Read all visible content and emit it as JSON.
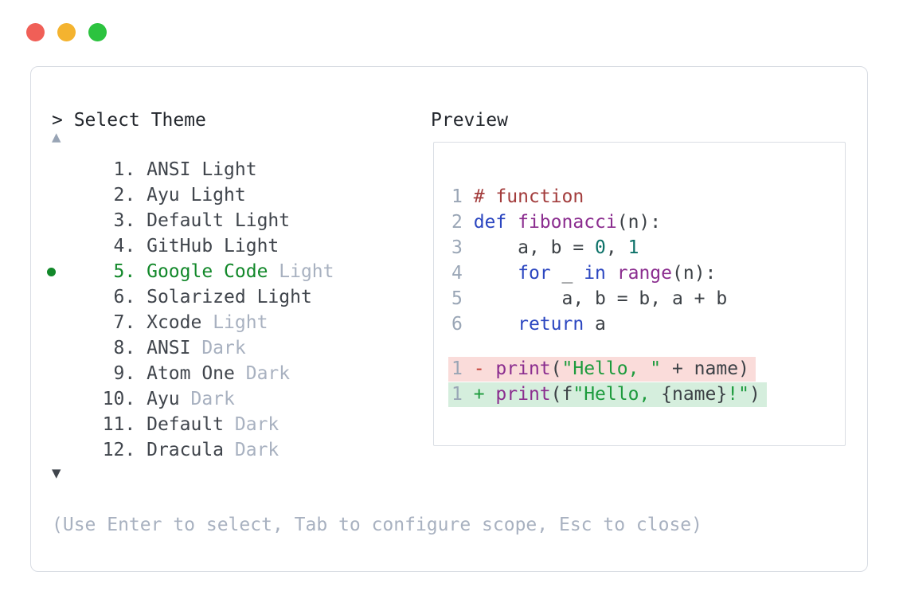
{
  "window": {
    "controls": [
      {
        "name": "close"
      },
      {
        "name": "minimize"
      },
      {
        "name": "zoom"
      }
    ]
  },
  "dialog": {
    "prompt": "> Select Theme",
    "scroll_up_symbol": "▲",
    "scroll_down_symbol": "▼",
    "footer_hint": "(Use Enter to select, Tab to configure scope, Esc to close)",
    "theme_list": {
      "items": [
        {
          "number": "1",
          "name": "ANSI Light",
          "muted_suffix": "",
          "selected": false
        },
        {
          "number": "2",
          "name": "Ayu Light",
          "muted_suffix": "",
          "selected": false
        },
        {
          "number": "3",
          "name": "Default Light",
          "muted_suffix": "",
          "selected": false
        },
        {
          "number": "4",
          "name": "GitHub Light",
          "muted_suffix": "",
          "selected": false
        },
        {
          "number": "5",
          "name": "Google Code",
          "muted_suffix": "Light",
          "selected": true
        },
        {
          "number": "6",
          "name": "Solarized Light",
          "muted_suffix": "",
          "selected": false
        },
        {
          "number": "7",
          "name": "Xcode",
          "muted_suffix": "Light",
          "selected": false
        },
        {
          "number": "8",
          "name": "ANSI",
          "muted_suffix": "Dark",
          "selected": false
        },
        {
          "number": "9",
          "name": "Atom One",
          "muted_suffix": "Dark",
          "selected": false
        },
        {
          "number": "10",
          "name": "Ayu",
          "muted_suffix": "Dark",
          "selected": false
        },
        {
          "number": "11",
          "name": "Default",
          "muted_suffix": "Dark",
          "selected": false
        },
        {
          "number": "12",
          "name": "Dracula",
          "muted_suffix": "Dark",
          "selected": false
        }
      ]
    },
    "preview": {
      "label": "Preview",
      "code_lines": [
        {
          "number": "1",
          "tokens": [
            {
              "text": "# function",
              "style": "comment"
            }
          ]
        },
        {
          "number": "2",
          "tokens": [
            {
              "text": "def",
              "style": "kw"
            },
            {
              "text": " ",
              "style": "plain"
            },
            {
              "text": "fibonacci",
              "style": "fn"
            },
            {
              "text": "(n):",
              "style": "plain"
            }
          ]
        },
        {
          "number": "3",
          "tokens": [
            {
              "text": "    a, b = ",
              "style": "plain"
            },
            {
              "text": "0",
              "style": "num"
            },
            {
              "text": ", ",
              "style": "plain"
            },
            {
              "text": "1",
              "style": "num"
            }
          ]
        },
        {
          "number": "4",
          "tokens": [
            {
              "text": "    ",
              "style": "plain"
            },
            {
              "text": "for",
              "style": "kw"
            },
            {
              "text": " _ ",
              "style": "plain"
            },
            {
              "text": "in",
              "style": "kw"
            },
            {
              "text": " ",
              "style": "plain"
            },
            {
              "text": "range",
              "style": "fn"
            },
            {
              "text": "(n):",
              "style": "plain"
            }
          ]
        },
        {
          "number": "5",
          "tokens": [
            {
              "text": "        a, b = b, a + b",
              "style": "plain"
            }
          ]
        },
        {
          "number": "6",
          "tokens": [
            {
              "text": "    ",
              "style": "plain"
            },
            {
              "text": "return",
              "style": "kw"
            },
            {
              "text": " a",
              "style": "plain"
            }
          ]
        }
      ],
      "diff_lines": [
        {
          "number": "1",
          "type": "removed",
          "tokens": [
            {
              "text": " - ",
              "style": "minus"
            },
            {
              "text": "print",
              "style": "fn"
            },
            {
              "text": "(",
              "style": "plain"
            },
            {
              "text": "\"Hello, \"",
              "style": "str"
            },
            {
              "text": " + name)",
              "style": "plain"
            }
          ]
        },
        {
          "number": "1",
          "type": "added",
          "tokens": [
            {
              "text": " + ",
              "style": "plus"
            },
            {
              "text": "print",
              "style": "fn"
            },
            {
              "text": "(f",
              "style": "plain"
            },
            {
              "text": "\"Hello, ",
              "style": "str"
            },
            {
              "text": "{name}",
              "style": "plain"
            },
            {
              "text": "!\"",
              "style": "str"
            },
            {
              "text": ")",
              "style": "plain"
            }
          ]
        }
      ]
    }
  },
  "colors": {
    "window_red": "#f05f57",
    "window_yellow": "#f4b32f",
    "window_green": "#2cc33f",
    "panel_border": "#d8dce3",
    "text_primary": "#40454c",
    "text_muted": "#a8b1c0",
    "selected_green": "#12882a",
    "code_comment": "#a33d3d",
    "code_keyword": "#2b46c0",
    "code_function": "#8b2d8f",
    "code_number": "#0c7168",
    "code_string": "#1d9b3d",
    "diff_minus": "#c23a31",
    "diff_removed_bg": "#fadcda",
    "diff_added_bg": "#d5eedd"
  }
}
